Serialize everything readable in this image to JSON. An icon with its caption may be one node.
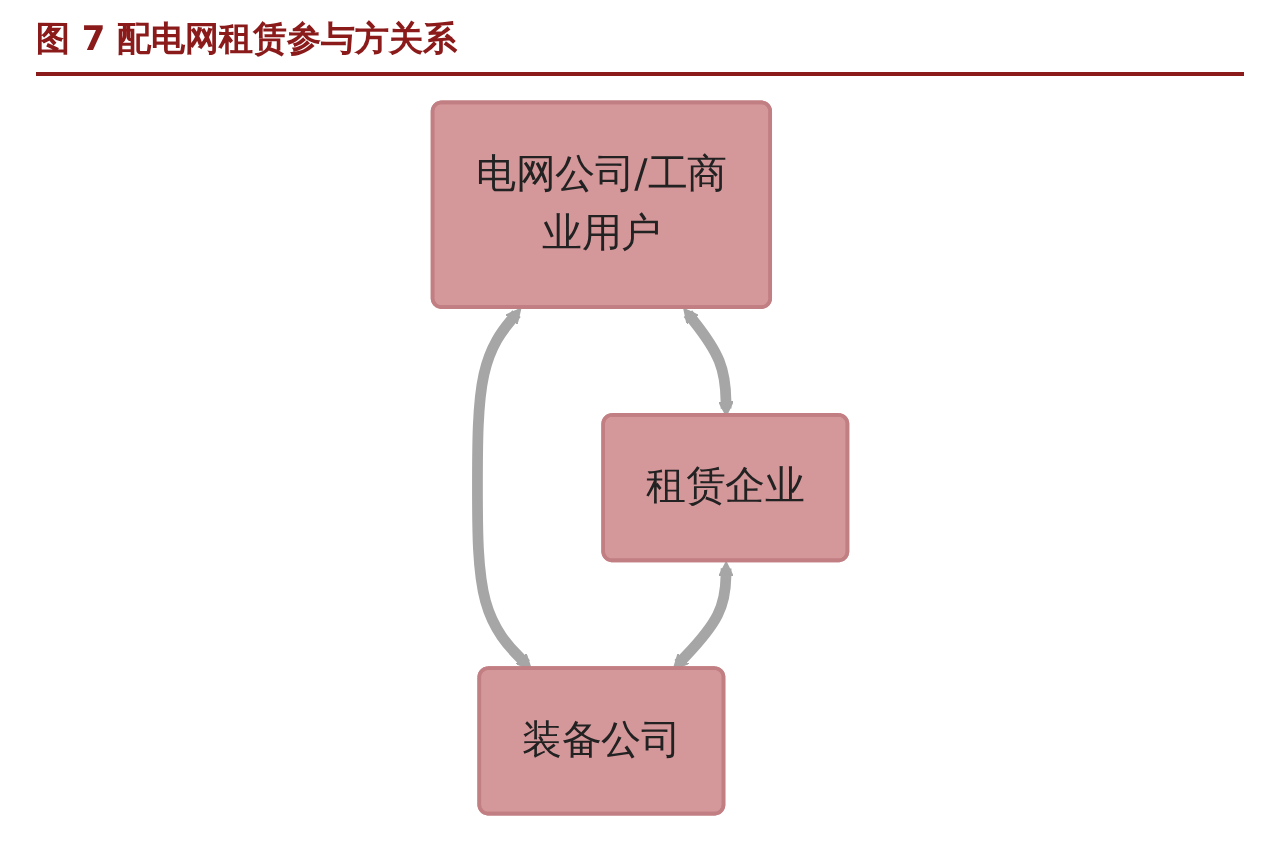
{
  "diagram": {
    "title": "图 7 配电网租赁参与方关系",
    "nodes": [
      {
        "text": [
          "电网公司/工商业用户"
        ]
      },
      {
        "text": [
          "租赁企业"
        ]
      },
      {
        "text": [
          "装备公司"
        ]
      }
    ],
    "edges": [
      {
        "from": 0,
        "to": 1,
        "arrow": "both"
      },
      {
        "from": 0,
        "to": 2,
        "arrow": "both"
      },
      {
        "from": 1,
        "to": 2,
        "arrow": "both"
      }
    ]
  }
}
